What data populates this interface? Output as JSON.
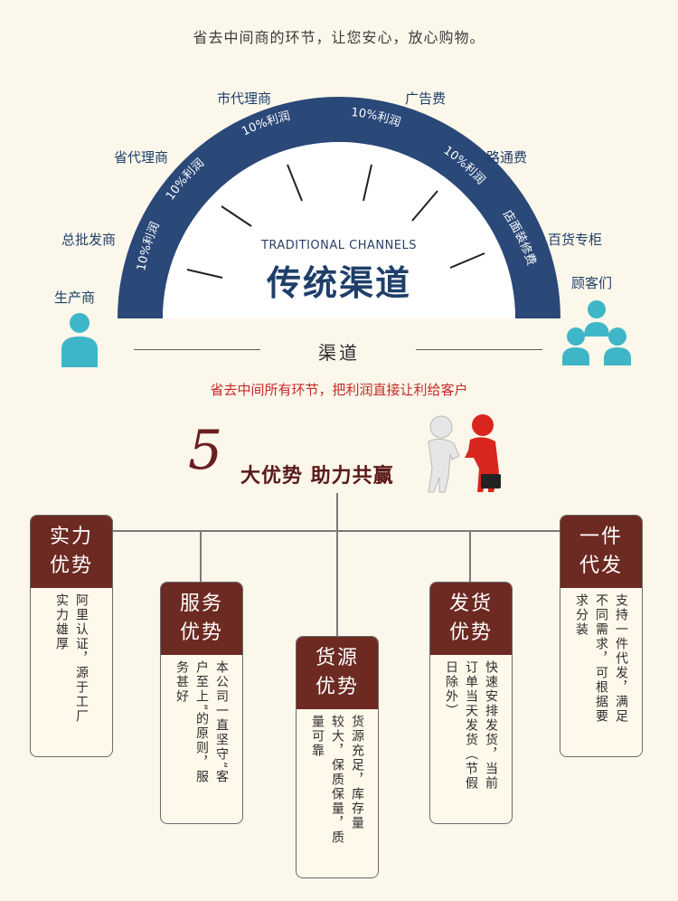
{
  "header": {
    "tagline": "省去中间商的环节，让您安心，放心购物。"
  },
  "stages": [
    "生产商",
    "总批发商",
    "省代理商",
    "市代理商",
    "广告费",
    "路通费",
    "百货专柜",
    "顾客们"
  ],
  "arc_segments": [
    "10%利润",
    "10%利润",
    "10%利润",
    "10%利润",
    "10%利润",
    "店面装修费"
  ],
  "center": {
    "english": "TRADITIONAL CHANNELS",
    "chinese": "传统渠道"
  },
  "channel": {
    "label": "渠道",
    "note": "省去中间所有环节，把利润直接让利给客户"
  },
  "advantages": {
    "number": "5",
    "title": "大优势 助力共赢",
    "cards": [
      {
        "title_lines": [
          "实力",
          "优势"
        ],
        "body_cols": [
          "阿里认证，源于工厂",
          "实力雄厚"
        ]
      },
      {
        "title_lines": [
          "服务",
          "优势"
        ],
        "body_cols": [
          "本公司一直坚守“客",
          "户至上”的原则，服",
          "务甚好"
        ]
      },
      {
        "title_lines": [
          "货源",
          "优势"
        ],
        "body_cols": [
          "货源充足，库存量",
          "较大，保质保量，质",
          "量可靠"
        ]
      },
      {
        "title_lines": [
          "发货",
          "优势"
        ],
        "body_cols": [
          "快速安排发货，当前",
          "订单当天发货（节假",
          "日除外）"
        ]
      },
      {
        "title_lines": [
          "一件",
          "代发"
        ],
        "body_cols": [
          "支持一件代发，满足",
          "不同需求，可根据要",
          "求分装"
        ]
      }
    ]
  },
  "colors": {
    "navy": "#2a4878",
    "accent": "#6d2a22",
    "red": "#c8282a",
    "teal": "#3fb6c8",
    "background": "#fbf7ea"
  }
}
